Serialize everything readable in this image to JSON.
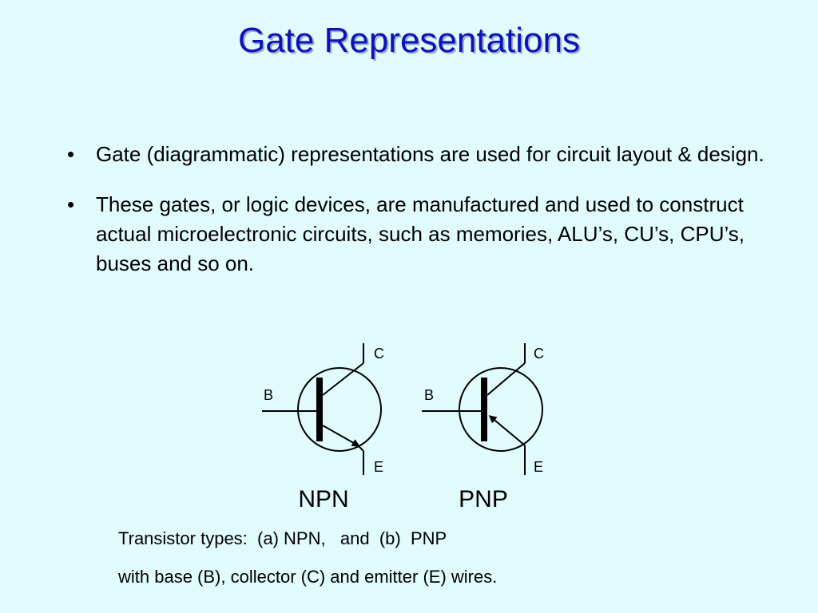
{
  "title": "Gate Representations",
  "bullets": [
    "Gate (diagrammatic) representations are used for circuit layout & design.",
    "These gates, or logic devices, are manufactured and used to construct actual microelectronic circuits, such as memories, ALU’s, CU’s, CPU’s, buses and so on."
  ],
  "bullet_glyph": "•",
  "transistors": {
    "npn": {
      "name": "NPN",
      "base": "B",
      "collector": "C",
      "emitter": "E"
    },
    "pnp": {
      "name": "PNP",
      "base": "B",
      "collector": "C",
      "emitter": "E"
    }
  },
  "caption": {
    "line1": "Transistor types:  (a) NPN,   and  (b)  PNP",
    "line2": "with base (B), collector (C) and emitter (E) wires."
  },
  "colors": {
    "background": "#e1fbfd",
    "title": "#0b14b8"
  }
}
